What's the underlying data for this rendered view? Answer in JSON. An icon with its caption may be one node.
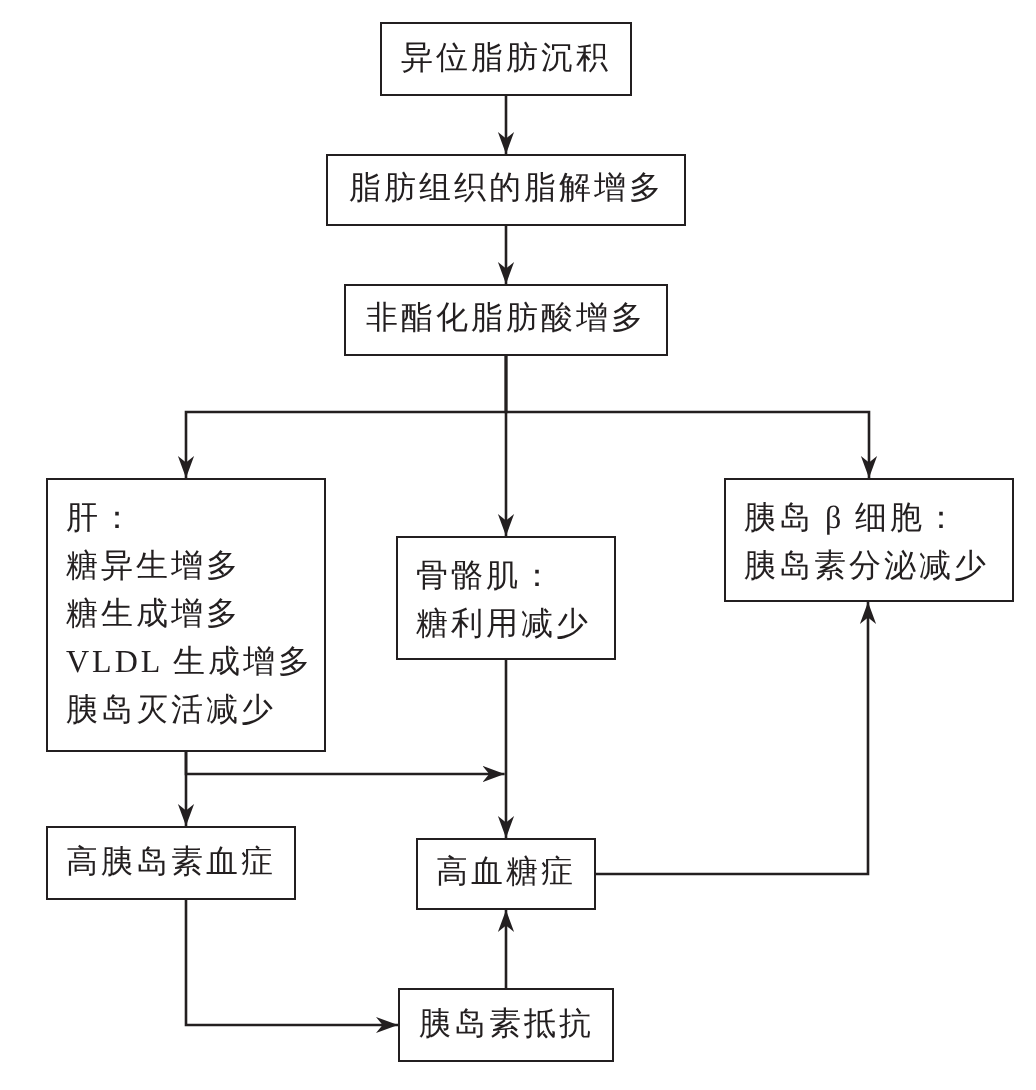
{
  "diagram": {
    "nodes": [
      {
        "text": [
          "异位脂肪沉积"
        ]
      },
      {
        "text": [
          "脂肪组织的脂解增多"
        ]
      },
      {
        "text": [
          "非酯化脂肪酸增多"
        ]
      },
      {
        "text": [
          "肝：",
          "糖异生增多",
          "糖生成增多",
          "VLDL 生成增多",
          "胰岛灭活减少"
        ]
      },
      {
        "text": [
          "骨骼肌：",
          "糖利用减少"
        ]
      },
      {
        "text": [
          "胰岛 β 细胞：",
          "胰岛素分泌减少"
        ]
      },
      {
        "text": [
          "高胰岛素血症"
        ]
      },
      {
        "text": [
          "高血糖症"
        ]
      },
      {
        "text": [
          "胰岛素抵抗"
        ]
      }
    ],
    "edges": [
      {
        "from": 0,
        "to": 1,
        "arrow": "to"
      },
      {
        "from": 1,
        "to": 2,
        "arrow": "to"
      },
      {
        "from": 2,
        "to": 3,
        "arrow": "to"
      },
      {
        "from": 2,
        "to": 4,
        "arrow": "to"
      },
      {
        "from": 2,
        "to": 5,
        "arrow": "to"
      },
      {
        "from": 3,
        "to": 6,
        "arrow": "to"
      },
      {
        "from": 3,
        "to": 7,
        "arrow": "to"
      },
      {
        "from": 4,
        "to": 7,
        "arrow": "to"
      },
      {
        "from": 6,
        "to": 8,
        "arrow": "to"
      },
      {
        "from": 8,
        "to": 7,
        "arrow": "to"
      },
      {
        "from": 7,
        "to": 5,
        "arrow": "to"
      }
    ]
  }
}
